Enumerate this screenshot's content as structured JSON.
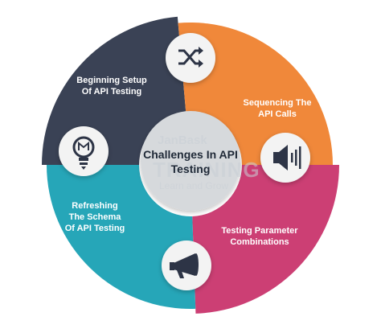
{
  "diagram": {
    "center": {
      "title": "Challenges In API\nTesting",
      "fill": "#d6d9dc"
    },
    "segments": [
      {
        "label": "Beginning Setup\nOf API Testing",
        "color": "#3a4255",
        "icon": "shuffle-icon"
      },
      {
        "label": "Sequencing The\nAPI Calls",
        "color": "#f0883a",
        "icon": "speaker-icon"
      },
      {
        "label": "Testing Parameter\nCombinations",
        "color": "#cc3f74",
        "icon": "megaphone-icon"
      },
      {
        "label": "Refreshing\nThe Schema\nOf API Testing",
        "color": "#26a6b8",
        "icon": "lightbulb-icon"
      }
    ],
    "watermark": {
      "brand_line": "JanBask",
      "name_line": "TRAINING",
      "tagline": "Learn and Grow"
    }
  }
}
